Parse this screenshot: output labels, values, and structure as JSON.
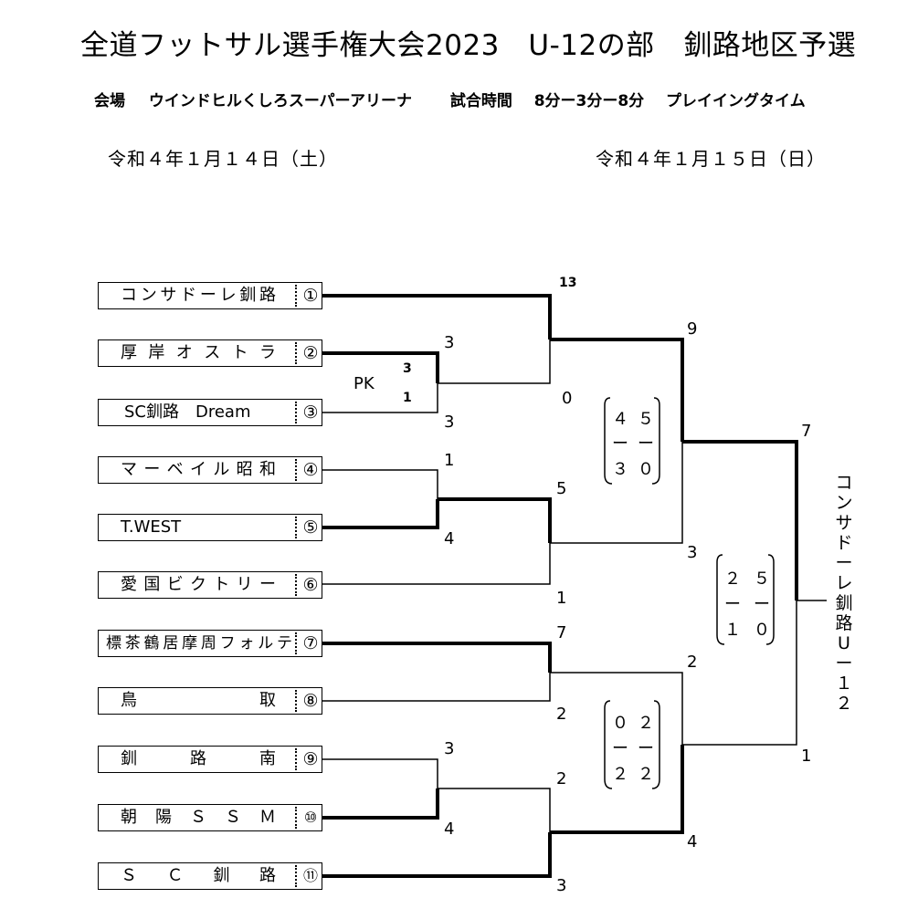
{
  "header": {
    "title": "全道フットサル選手権大会2023　U-12の部　釧路地区予選",
    "venue_label": "会場",
    "venue": "ウインドヒルくしろスーパーアリーナ",
    "time_label": "試合時間",
    "time": "8分ー3分ー8分",
    "time_note": "プレイイングタイム",
    "date_day1": "令和４年１月１４日（土）",
    "date_day2": "令和４年１月１５日（日）"
  },
  "teams": [
    {
      "name": "コンサドーレ釧路",
      "num": "①"
    },
    {
      "name": "厚岸オストラ",
      "num": "②"
    },
    {
      "name": "SC釧路　Dream",
      "num": "③"
    },
    {
      "name": "マーベイル昭和",
      "num": "④"
    },
    {
      "name": "T.WEST",
      "num": "⑤"
    },
    {
      "name": "愛国ビクトリー",
      "num": "⑥"
    },
    {
      "name": "標茶鶴居摩周フォルテ",
      "num": "⑦"
    },
    {
      "name": "鳥　　　　　取",
      "num": "⑧"
    },
    {
      "name": "釧　　路　　南",
      "num": "⑨"
    },
    {
      "name": "朝陽ＳＳＭ",
      "num": "⑩"
    },
    {
      "name": "ＳＣ釧路",
      "num": "⑪"
    }
  ],
  "scores": {
    "m23_top": "3",
    "m23_bottom": "3",
    "pk_label": "PK",
    "pk_top": "3",
    "pk_bottom": "1",
    "m45_top": "1",
    "m45_bottom": "4",
    "m1_top": "13",
    "m1_bottom": "0",
    "m6_top": "5",
    "m6_bottom": "1",
    "m78_top": "7",
    "m78_bottom": "2",
    "m910_top": "3",
    "m910_bottom": "4",
    "m11_top": "2",
    "m11_bottom": "3",
    "sf1_top": "9",
    "sf1_bottom": "3",
    "sf2_top": "2",
    "sf2_bottom": "4",
    "final_top": "7",
    "final_bottom": "1"
  },
  "periods": {
    "sf1": {
      "h1": "４",
      "h2": "５",
      "d1": "ー",
      "d2": "ー",
      "b1": "３",
      "b2": "０"
    },
    "final": {
      "h1": "２",
      "h2": "５",
      "d1": "ー",
      "d2": "ー",
      "b1": "１",
      "b2": "０"
    },
    "sf2": {
      "h1": "０",
      "h2": "２",
      "d1": "ー",
      "d2": "ー",
      "b1": "２",
      "b2": "２"
    }
  },
  "champion": [
    "コ",
    "ン",
    "サ",
    "ド",
    "ー",
    "レ",
    "釧",
    "路",
    "U",
    "ー",
    "１",
    "２"
  ]
}
